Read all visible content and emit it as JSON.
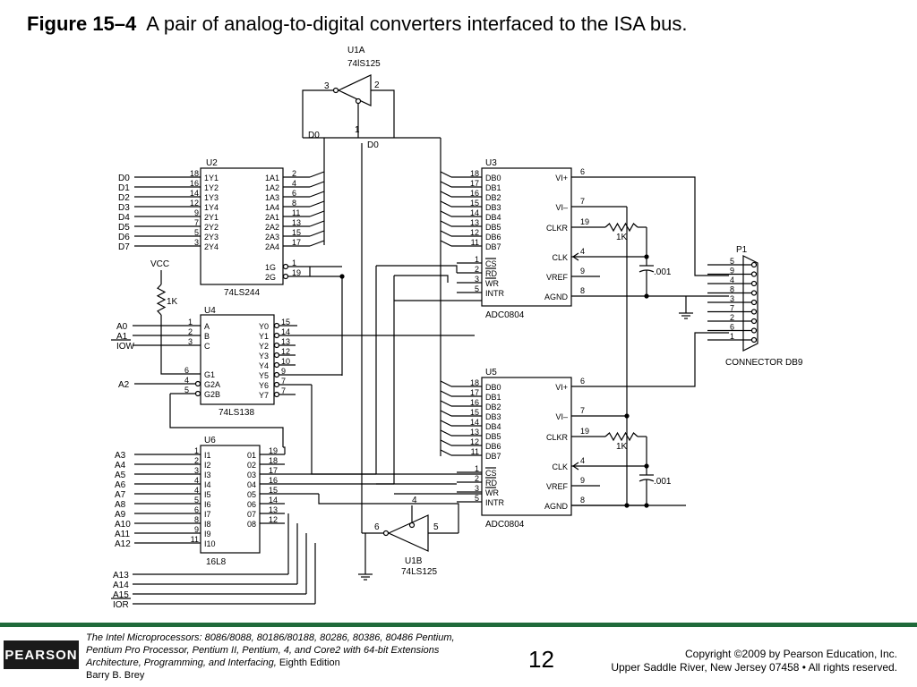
{
  "slide": {
    "figure_label": "Figure 15–4",
    "figure_caption": "A pair of analog-to-digital converters interfaced to the ISA bus.",
    "page_number": "12"
  },
  "footer": {
    "logo_text": "PEARSON",
    "book_title": "The Intel Microprocessors:",
    "book_models": " 8086/8088, 80186/80188, 80286, 80386, 80486 Pentium,",
    "book_line2": "Pentium Pro Processor, Pentium II, Pentium, 4, and Core2 with 64-bit Extensions",
    "book_subtitle": "Architecture, Programming, and Interfacing,",
    "book_edition": " Eighth Edition",
    "author": "Barry B. Brey",
    "copyright_line1": "Copyright ©2009 by Pearson Education, Inc.",
    "copyright_line2": "Upper Saddle River, New Jersey 07458 • All rights reserved."
  },
  "schematic": {
    "u1a": {
      "ref": "U1A",
      "part": "74lS125",
      "pins": [
        "3",
        "2",
        "1"
      ]
    },
    "u1b": {
      "ref": "U1B",
      "part": "74LS125",
      "pins": [
        "6",
        "5",
        "4"
      ]
    },
    "bus_labels": [
      "D0",
      "D0"
    ],
    "u2": {
      "ref": "U2",
      "part": "74LS244",
      "left_pins": [
        {
          "net": "D0",
          "num": "18",
          "name": "1Y1"
        },
        {
          "net": "D1",
          "num": "16",
          "name": "1Y2"
        },
        {
          "net": "D2",
          "num": "14",
          "name": "1Y3"
        },
        {
          "net": "D3",
          "num": "12",
          "name": "1Y4"
        },
        {
          "net": "D4",
          "num": "9",
          "name": "2Y1"
        },
        {
          "net": "D5",
          "num": "7",
          "name": "2Y2"
        },
        {
          "net": "D6",
          "num": "5",
          "name": "2Y3"
        },
        {
          "net": "D7",
          "num": "3",
          "name": "2Y4"
        }
      ],
      "right_pins": [
        {
          "name": "1A1",
          "num": "2"
        },
        {
          "name": "1A2",
          "num": "4"
        },
        {
          "name": "1A3",
          "num": "6"
        },
        {
          "name": "1A4",
          "num": "8"
        },
        {
          "name": "2A1",
          "num": "11"
        },
        {
          "name": "2A2",
          "num": "13"
        },
        {
          "name": "2A3",
          "num": "15"
        },
        {
          "name": "2A4",
          "num": "17"
        }
      ],
      "enable_pins": [
        {
          "name": "1G",
          "num": "1"
        },
        {
          "name": "2G",
          "num": "19"
        }
      ]
    },
    "vcc": {
      "label": "VCC",
      "resistor": "1K"
    },
    "u4": {
      "ref": "U4",
      "part": "74LS138",
      "inputs": [
        {
          "net": "A0",
          "num": "1",
          "name": "A"
        },
        {
          "net": "A1",
          "num": "2",
          "name": "B"
        },
        {
          "net": "IOW",
          "num": "3",
          "name": "C"
        }
      ],
      "enables": [
        {
          "net": "",
          "num": "6",
          "name": "G1"
        },
        {
          "net": "A2",
          "num": "4",
          "name": "G2A"
        },
        {
          "net": "",
          "num": "5",
          "name": "G2B"
        }
      ],
      "outputs": [
        {
          "name": "Y0",
          "num": "15"
        },
        {
          "name": "Y1",
          "num": "14"
        },
        {
          "name": "Y2",
          "num": "13"
        },
        {
          "name": "Y3",
          "num": "12"
        },
        {
          "name": "Y4",
          "num": "10"
        },
        {
          "name": "Y5",
          "num": "9"
        },
        {
          "name": "Y6",
          "num": "7"
        },
        {
          "name": "Y7",
          "num": "7"
        }
      ]
    },
    "u6": {
      "ref": "U6",
      "part": "16L8",
      "inputs": [
        {
          "net": "A3",
          "num": "1",
          "name": "I1"
        },
        {
          "net": "A4",
          "num": "2",
          "name": "I2"
        },
        {
          "net": "A5",
          "num": "3",
          "name": "I3"
        },
        {
          "net": "A6",
          "num": "4",
          "name": "I4"
        },
        {
          "net": "A7",
          "num": "4",
          "name": "I5"
        },
        {
          "net": "A8",
          "num": "5",
          "name": "I6"
        },
        {
          "net": "A9",
          "num": "6",
          "name": "I7"
        },
        {
          "net": "A10",
          "num": "8",
          "name": "I8"
        },
        {
          "net": "A11",
          "num": "9",
          "name": "I9"
        },
        {
          "net": "A12",
          "num": "11",
          "name": "I10"
        }
      ],
      "outputs": [
        {
          "name": "01",
          "num": "19"
        },
        {
          "name": "02",
          "num": "18"
        },
        {
          "name": "03",
          "num": "17"
        },
        {
          "name": "04",
          "num": "16"
        },
        {
          "name": "05",
          "num": "15"
        },
        {
          "name": "06",
          "num": "14"
        },
        {
          "name": "07",
          "num": "13"
        },
        {
          "name": "08",
          "num": "12"
        }
      ],
      "extra_nets": [
        "A13",
        "A14",
        "A15",
        "IOR"
      ]
    },
    "adc_a": {
      "ref": "U3",
      "part": "ADC0804",
      "data_pins": [
        {
          "num": "18",
          "name": "DB0"
        },
        {
          "num": "17",
          "name": "DB1"
        },
        {
          "num": "16",
          "name": "DB2"
        },
        {
          "num": "15",
          "name": "DB3"
        },
        {
          "num": "14",
          "name": "DB4"
        },
        {
          "num": "13",
          "name": "DB5"
        },
        {
          "num": "12",
          "name": "DB6"
        },
        {
          "num": "11",
          "name": "DB7"
        }
      ],
      "ctrl_pins": [
        {
          "num": "1",
          "name": "CS"
        },
        {
          "num": "2",
          "name": "RD"
        },
        {
          "num": "3",
          "name": "WR"
        },
        {
          "num": "5",
          "name": "INTR"
        }
      ],
      "right_pins": [
        {
          "name": "VI+",
          "num": "6"
        },
        {
          "name": "VI–",
          "num": "7"
        },
        {
          "name": "CLKR",
          "num": "19"
        },
        {
          "name": "CLK",
          "num": "4"
        },
        {
          "name": "VREF",
          "num": "9"
        },
        {
          "name": "AGND",
          "num": "8"
        }
      ],
      "resistor": "1K",
      "capacitor": ".001"
    },
    "adc_b": {
      "ref": "U5",
      "part": "ADC0804",
      "data_pins": [
        {
          "num": "18",
          "name": "DB0"
        },
        {
          "num": "17",
          "name": "DB1"
        },
        {
          "num": "16",
          "name": "DB2"
        },
        {
          "num": "15",
          "name": "DB3"
        },
        {
          "num": "14",
          "name": "DB4"
        },
        {
          "num": "13",
          "name": "DB5"
        },
        {
          "num": "12",
          "name": "DB6"
        },
        {
          "num": "11",
          "name": "DB7"
        }
      ],
      "ctrl_pins": [
        {
          "num": "1",
          "name": "CS"
        },
        {
          "num": "2",
          "name": "RD"
        },
        {
          "num": "3",
          "name": "WR"
        },
        {
          "num": "5",
          "name": "INTR"
        }
      ],
      "right_pins": [
        {
          "name": "VI+",
          "num": "6"
        },
        {
          "name": "VI–",
          "num": "7"
        },
        {
          "name": "CLKR",
          "num": "19"
        },
        {
          "name": "CLK",
          "num": "4"
        },
        {
          "name": "VREF",
          "num": "9"
        },
        {
          "name": "AGND",
          "num": "8"
        }
      ],
      "resistor": "1K",
      "capacitor": ".001"
    },
    "connector": {
      "ref": "P1",
      "label": "CONNECTOR DB9",
      "pins": [
        "5",
        "9",
        "4",
        "8",
        "3",
        "7",
        "2",
        "6",
        "1"
      ]
    }
  }
}
